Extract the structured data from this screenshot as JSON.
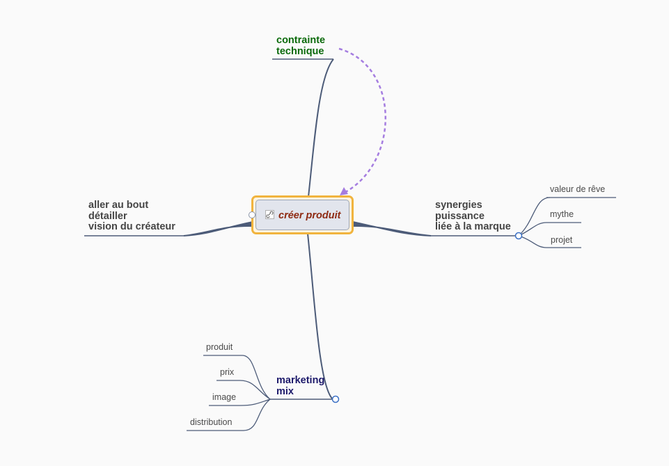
{
  "central": {
    "label": "créer produit",
    "icon": "link-icon"
  },
  "branches": {
    "top": {
      "lines": [
        "contrainte",
        "technique"
      ],
      "color": "#0b6a0b"
    },
    "left": {
      "lines": [
        "aller au bout",
        "détailler",
        "vision du créateur"
      ],
      "color": "#454545"
    },
    "right": {
      "lines": [
        "synergies",
        "puissance",
        "liée à la marque"
      ],
      "color": "#454545",
      "children": [
        "valeur de rêve",
        "mythe",
        "projet"
      ]
    },
    "bottom": {
      "lines": [
        "marketing",
        "mix"
      ],
      "color": "#1d1a6b",
      "children": [
        "produit",
        "prix",
        "image",
        "distribution"
      ]
    }
  },
  "colors": {
    "connector": "#4c5b78",
    "relationship": "#a57de0",
    "central_border": "#f1b43e"
  }
}
